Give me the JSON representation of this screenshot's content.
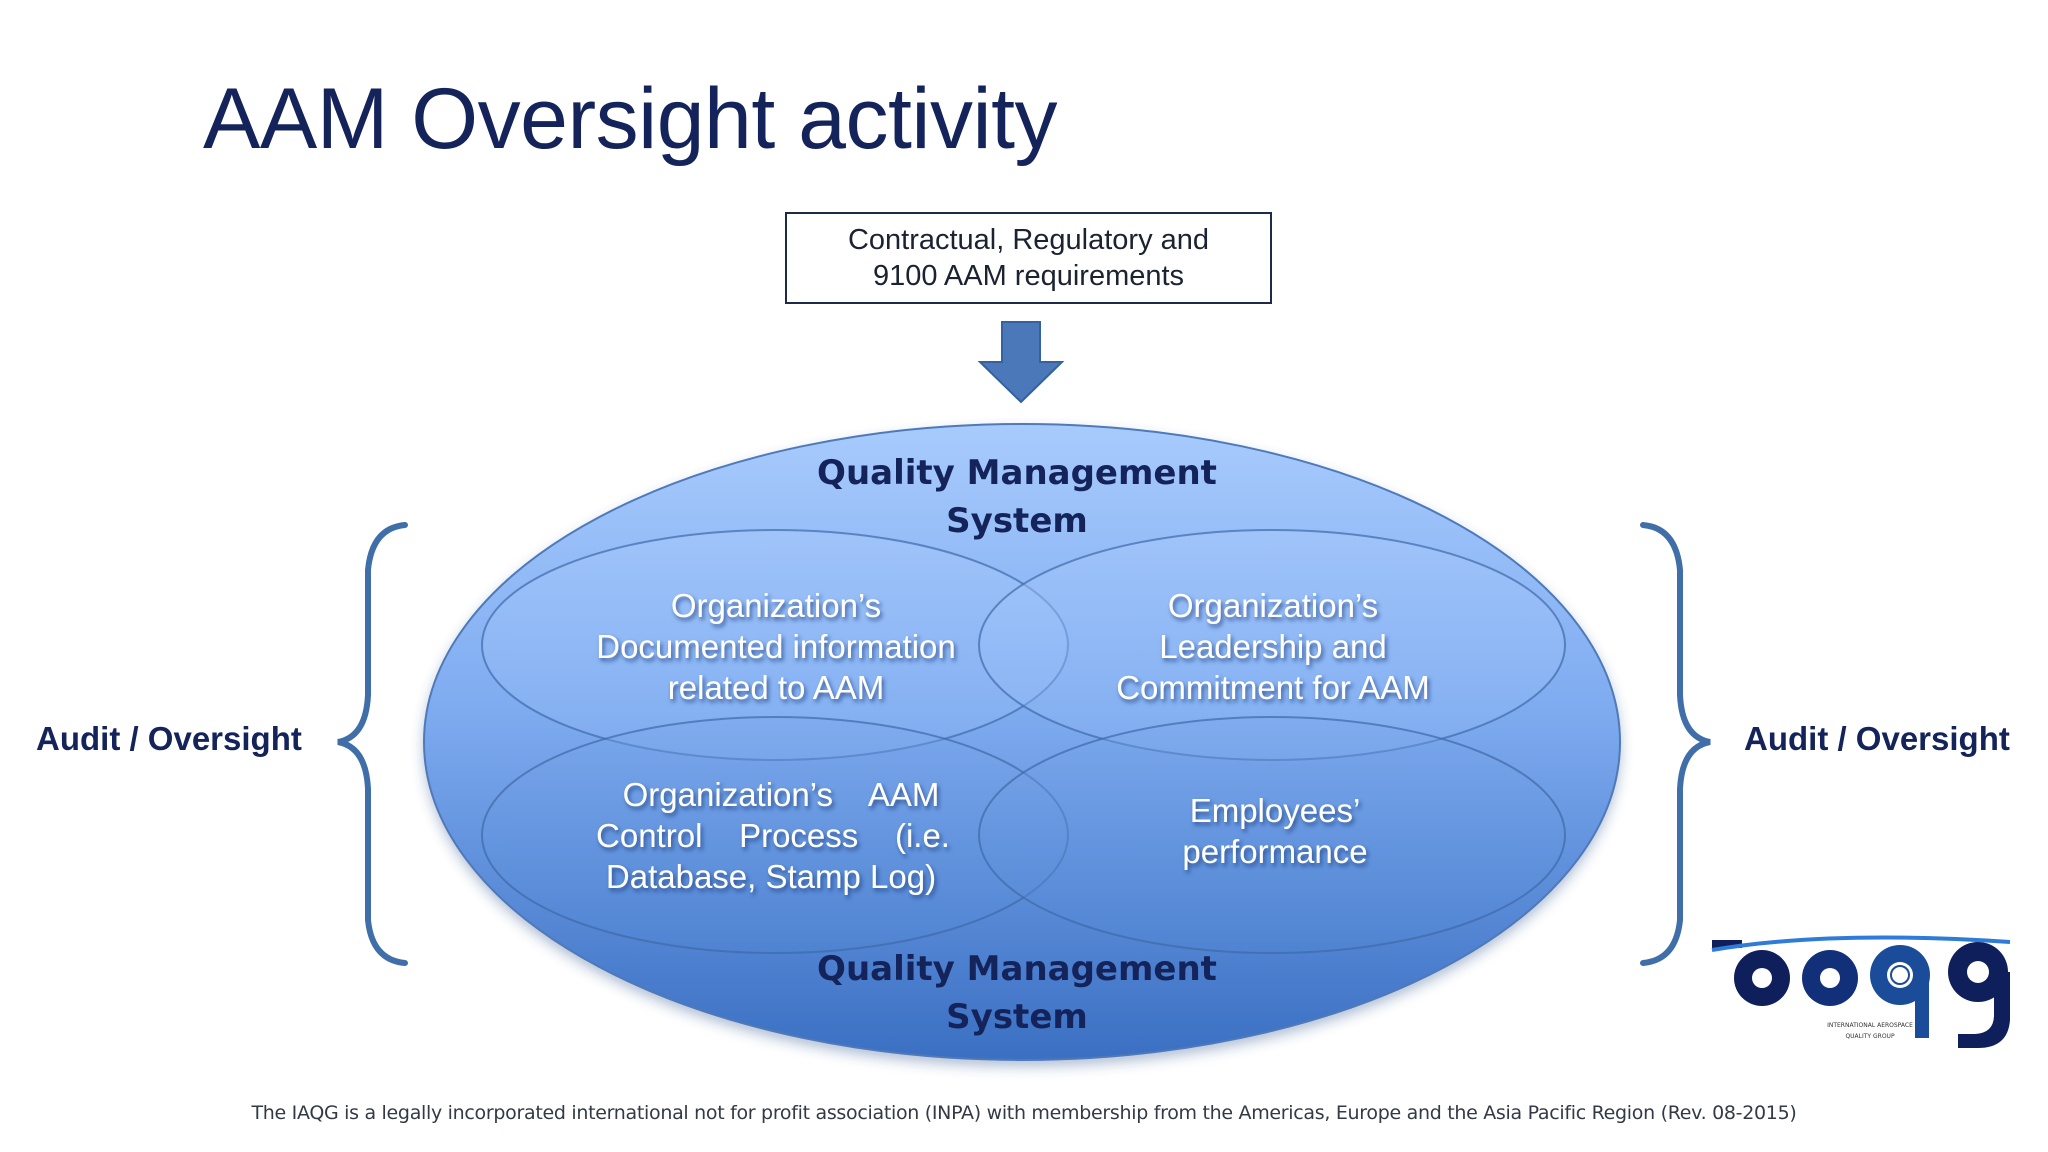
{
  "slide": {
    "title": "AAM Oversight activity",
    "requirements": [
      "Contractual, Regulatory and",
      "9100 AAM requirements"
    ],
    "qms_top": [
      "Quality Management",
      "System"
    ],
    "qms_bottom": [
      "Quality Management",
      "System"
    ],
    "circles": {
      "documented": [
        "Organization’s",
        "Documented information",
        "related to  AAM"
      ],
      "leadership": [
        "Organization’s",
        "Leadership and",
        "Commitment for AAM"
      ],
      "control": [
        "Organization’s    AAM",
        "Control    Process    (i.e.",
        "Database, Stamp Log)"
      ],
      "employees": [
        "Employees’",
        "performance"
      ]
    },
    "audit_left": "Audit / Oversight",
    "audit_right": "Audit / Oversight",
    "logo": {
      "wordmark": "iaqg",
      "tagline": [
        "INTERNATIONAL AEROSPACE",
        "QUALITY GROUP"
      ]
    },
    "footer": "The IAQG is a legally incorporated international not for profit association (INPA) with membership from the Americas, Europe and the Asia Pacific Region (Rev. 08-2015)"
  },
  "colors": {
    "title": "#14235a",
    "ellipse_top": "#9fc3fb",
    "ellipse_bottom": "#3b74c7",
    "arrow": "#4a78b8",
    "bracket": "#3f6ea8",
    "qms_text": "#14235a",
    "audit_text": "#14235a"
  },
  "icons": {
    "down_arrow": "arrow-down-icon",
    "left_brace": "left-brace-icon",
    "right_brace": "right-brace-icon",
    "logo": "iaqg-logo"
  }
}
